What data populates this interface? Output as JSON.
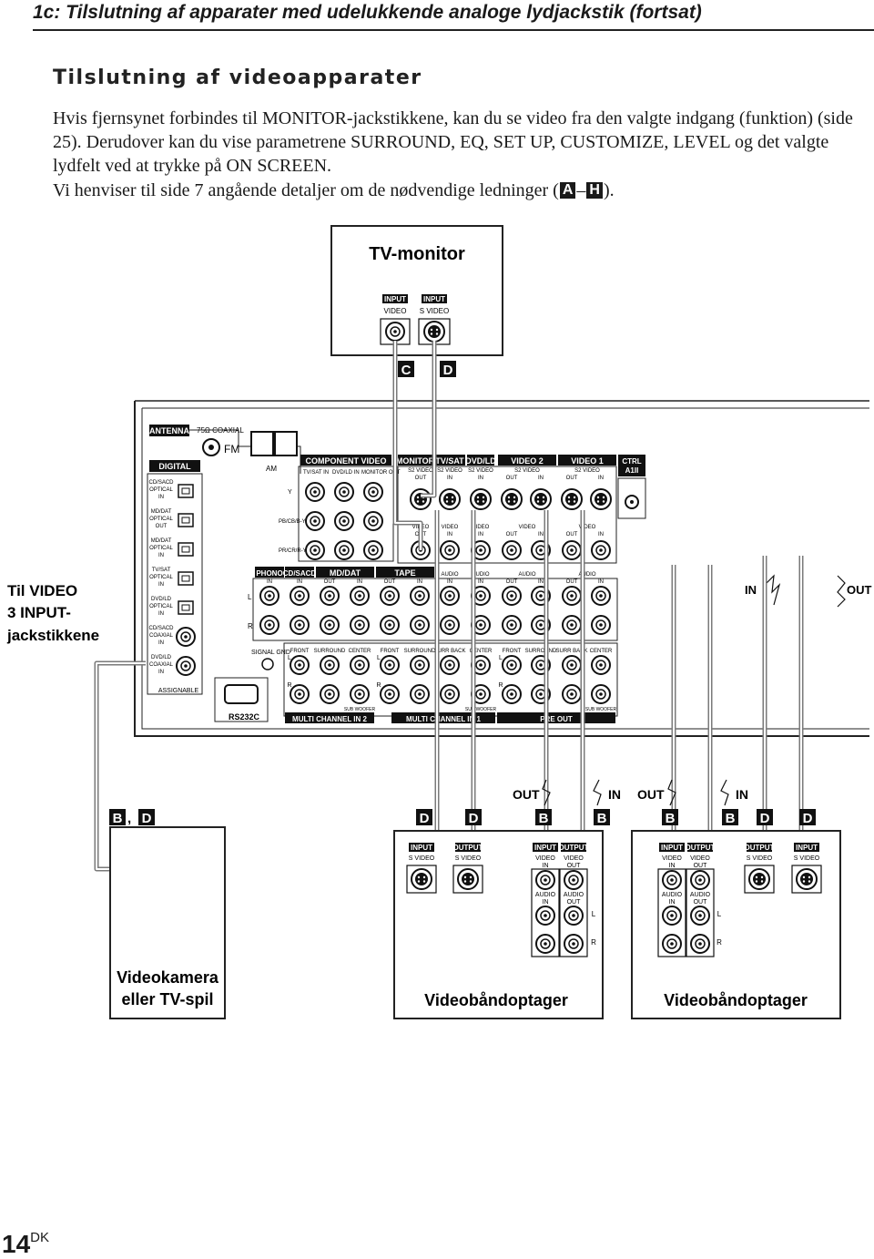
{
  "header": {
    "title": "1c: Tilslutning af apparater med udelukkende analoge lydjackstik (fortsat)"
  },
  "section": {
    "title": "Tilslutning af videoapparater"
  },
  "body": {
    "para1": "Hvis fjernsynet forbindes til MONITOR-jackstikkene, kan du se video fra den valgte indgang (funktion) (side 25). Derudover kan du vise parametrene SURROUND, EQ, SET UP, CUSTOMIZE, LEVEL og det valgte lydfelt ved at trykke på ON SCREEN.",
    "para2_before": "Vi henviser til side 7 angående detaljer om de nødvendige ledninger (",
    "para2_tag_a": "A",
    "para2_dash": "–",
    "para2_tag_h": "H",
    "para2_after": ")."
  },
  "tv": {
    "title": "TV-monitor",
    "input1": "INPUT",
    "input1_sub": "VIDEO",
    "input2": "INPUT",
    "input2_sub": "S VIDEO"
  },
  "cable_tags": {
    "c": "C",
    "d": "D",
    "b": "B"
  },
  "receiver": {
    "antenna": "ANTENNA",
    "coaxial_75": "75Ω COAXIAL",
    "fm": "FM",
    "am": "AM",
    "digital": "DIGITAL",
    "assignable": "ASSIGNABLE",
    "rs232c": "RS232C",
    "signal_gnd": "SIGNAL GND",
    "component_video": "COMPONENT VIDEO",
    "monitor": "MONITOR",
    "tv_sat": "TV/SAT",
    "dvd_ld": "DVD/LD",
    "video2": "VIDEO 2",
    "video1": "VIDEO 1",
    "ctrl": "CTRL",
    "ctrl_sub": "A1II",
    "phono": "PHONO",
    "cd_sacd": "CD/SACD",
    "md_dat": "MD/DAT",
    "tape": "TAPE",
    "multi_ch_in2": "MULTI CHANNEL IN 2",
    "multi_ch_in1": "MULTI CHANNEL IN 1",
    "pre_out": "PRE OUT",
    "digital_inputs": [
      "CD/SACD OPTICAL IN",
      "MD/DAT OPTICAL OUT",
      "MD/DAT OPTICAL IN",
      "TV/SAT OPTICAL IN",
      "DVD/LD OPTICAL IN",
      "CD/SACD COAXIAL IN",
      "DVD/LD COAXIAL IN"
    ],
    "comp_rows": [
      "Y",
      "PB/CB/B-Y",
      "PR/CR/R-Y"
    ],
    "comp_cols": [
      "TV/SAT IN",
      "DVD/LD IN",
      "MONITOR OUT"
    ],
    "svideo_labels": [
      "S2 VIDEO OUT",
      "S2 VIDEO IN",
      "S2 VIDEO IN",
      "S2 VIDEO",
      "S2 VIDEO"
    ],
    "video_labels": [
      "VIDEO OUT",
      "VIDEO IN",
      "VIDEO IN",
      "VIDEO",
      "VIDEO"
    ],
    "io_labels": {
      "in": "IN",
      "out": "OUT"
    },
    "audio_label": "AUDIO",
    "channel_labels": [
      "FRONT",
      "SURROUND",
      "CENTER",
      "SURR BACK",
      "SUB WOOFER"
    ],
    "lr": {
      "l": "L",
      "r": "R"
    }
  },
  "side_note": {
    "line1": "Til VIDEO",
    "line2": "3 INPUT-",
    "line3": "jackstikkene"
  },
  "ir_labels": {
    "in": "IN",
    "out": "OUT"
  },
  "devices": {
    "camera": {
      "line1": "Videokamera",
      "line2": "eller TV-spil",
      "tags": [
        "B",
        "D"
      ]
    },
    "vcr1": {
      "name": "Videobåndoptager",
      "jacks": [
        "INPUT",
        "OUTPUT",
        "INPUT",
        "OUTPUT"
      ],
      "sub": [
        "S VIDEO",
        "S VIDEO",
        "VIDEO IN",
        "VIDEO OUT",
        "AUDIO IN",
        "AUDIO OUT"
      ]
    },
    "vcr2": {
      "name": "Videobåndoptager",
      "jacks": [
        "INPUT",
        "OUTPUT",
        "OUTPUT",
        "INPUT"
      ],
      "sub": [
        "VIDEO IN",
        "VIDEO OUT",
        "AUDIO IN",
        "AUDIO OUT",
        "S VIDEO",
        "S VIDEO"
      ]
    },
    "io_top": {
      "out": "OUT",
      "in": "IN"
    }
  },
  "page": {
    "number": "14",
    "suffix": "DK"
  }
}
